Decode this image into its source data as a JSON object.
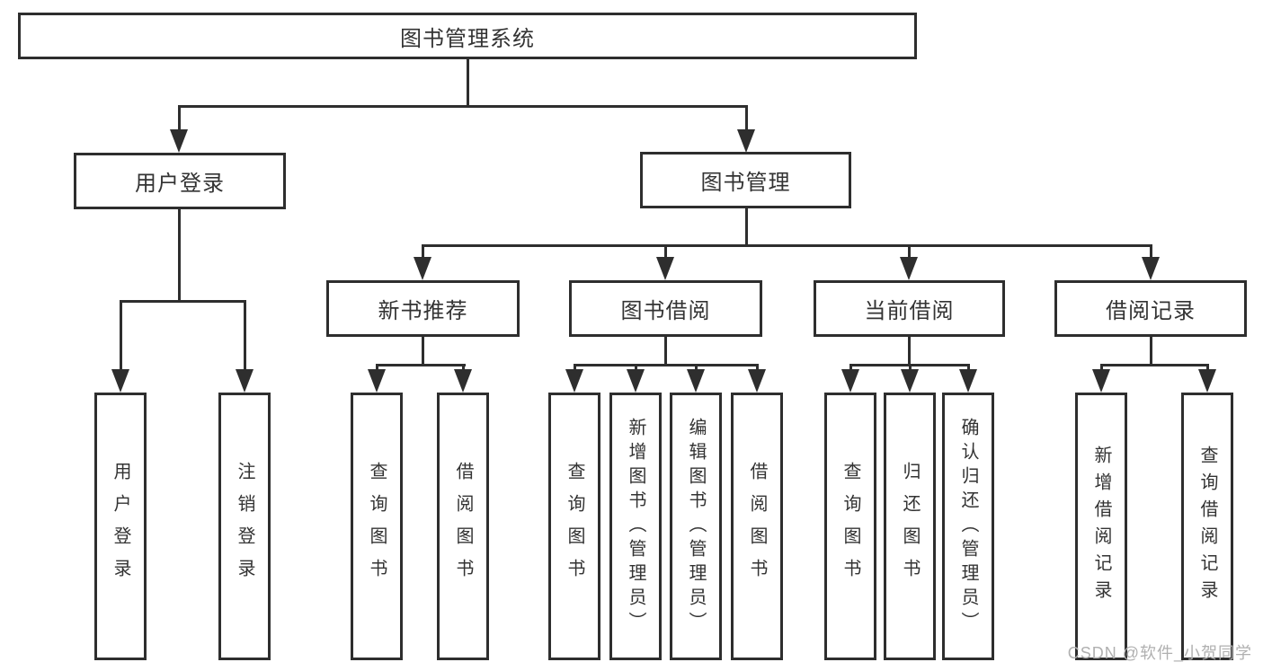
{
  "tree": {
    "root": "图书管理系统",
    "branches": [
      {
        "label": "用户登录",
        "children": [
          "用户登录",
          "注销登录"
        ]
      },
      {
        "label": "图书管理",
        "groups": [
          {
            "label": "新书推荐",
            "children": [
              "查询图书",
              "借阅图书"
            ]
          },
          {
            "label": "图书借阅",
            "children": [
              "查询图书",
              "新增图书（管理员）",
              "编辑图书（管理员）",
              "借阅图书"
            ]
          },
          {
            "label": "当前借阅",
            "children": [
              "查询图书",
              "归还图书",
              "确认归还（管理员）"
            ]
          },
          {
            "label": "借阅记录",
            "children": [
              "新增借阅记录",
              "查询借阅记录"
            ]
          }
        ]
      }
    ]
  },
  "colors": {
    "line": "#2e2e2e",
    "text": "#333333",
    "watermark": "#b0b0b0",
    "background": "#ffffff"
  },
  "watermark": "CSDN @软件_小贺同学"
}
